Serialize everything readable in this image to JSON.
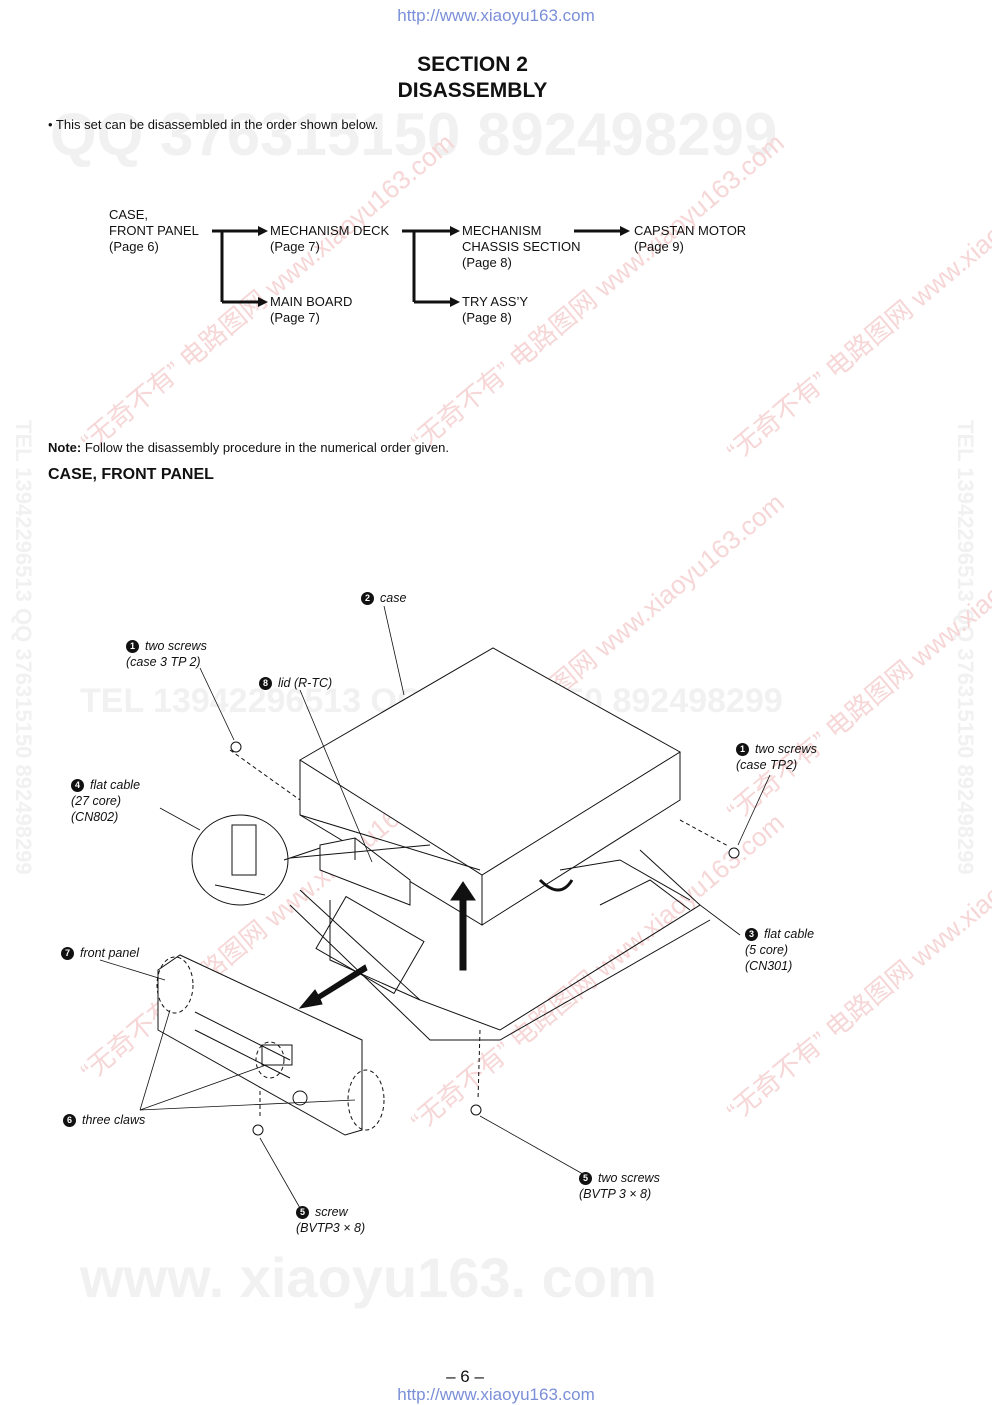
{
  "header_url": "http://www.xiaoyu163.com",
  "footer_url": "http://www.xiaoyu163.com",
  "section_title": "SECTION  2",
  "section_subtitle": "DISASSEMBLY",
  "intro": "• This set can be disassembled in the order shown below.",
  "flow": {
    "case_front_panel": "CASE,\nFRONT PANEL\n(Page 6)",
    "mechanism_deck": "MECHANISM DECK\n(Page 7)",
    "main_board": "MAIN BOARD\n(Page 7)",
    "mechanism_chassis": "MECHANISM\nCHASSIS SECTION\n(Page 8)",
    "try_assy": "TRY ASS’Y\n(Page 8)",
    "capstan_motor": "CAPSTAN MOTOR\n(Page 9)"
  },
  "note_label": "Note:",
  "note_text": " Follow the disassembly procedure in the numerical order given.",
  "subsection_title": "CASE,  FRONT  PANEL",
  "callouts": {
    "c2": {
      "num": "2",
      "text": "case"
    },
    "c1a": {
      "num": "1",
      "text": "two screws\n(case 3 TP 2)"
    },
    "c8": {
      "num": "8",
      "text": "lid (R-TC)"
    },
    "c1b": {
      "num": "1",
      "text": "two screws\n(case TP2)"
    },
    "c4": {
      "num": "4",
      "text": "flat cable\n(27 core)\n(CN802)"
    },
    "c3": {
      "num": "3",
      "text": "flat cable\n(5 core)\n(CN301)"
    },
    "c7": {
      "num": "7",
      "text": "front panel"
    },
    "c6": {
      "num": "6",
      "text": "three claws"
    },
    "c5a": {
      "num": "5",
      "text": "two screws\n(BVTP 3 × 8)"
    },
    "c5b": {
      "num": "5",
      "text": "screw\n(BVTP3 × 8)"
    }
  },
  "page_number": "– 6 –",
  "watermarks": {
    "qq_top": "QQ 376315150   892498299",
    "tel_mid": "TEL 13942296513   QQ 376315150   892498299",
    "side_right": "TEL 13942296513  QQ 376315150  892498299",
    "side_left": "TEL 13942296513  QQ 376315150  892498299",
    "site_bottom": "www. xiaoyu163. com",
    "diag": "“无奇不有” 电路图网 www.xiaoyu163.com"
  }
}
